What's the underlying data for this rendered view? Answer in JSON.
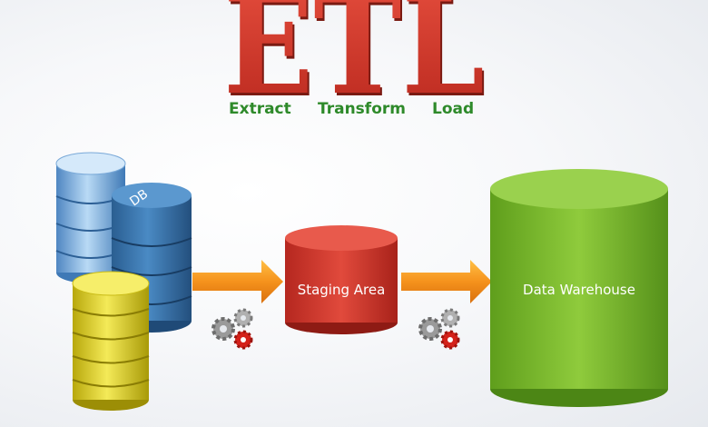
{
  "title": "ETL",
  "stages": [
    {
      "label": "Extract"
    },
    {
      "label": "Transform"
    },
    {
      "label": "Load"
    }
  ],
  "nodes": {
    "db_label": "DB",
    "staging": "Staging Area",
    "warehouse": "Data Warehouse"
  },
  "colors": {
    "title_red": "#d9382b",
    "stage_green": "#2e8a2a",
    "staging_red": "#d63a30",
    "warehouse_green": "#7cbd2e",
    "db_blue": "#2f6fa8",
    "db_light_blue": "#7fb3e0",
    "db_yellow": "#e3d21c",
    "arrow_orange": "#f08a1a"
  },
  "icons": [
    "database-icon",
    "gears-icon",
    "arrow-right-icon"
  ]
}
